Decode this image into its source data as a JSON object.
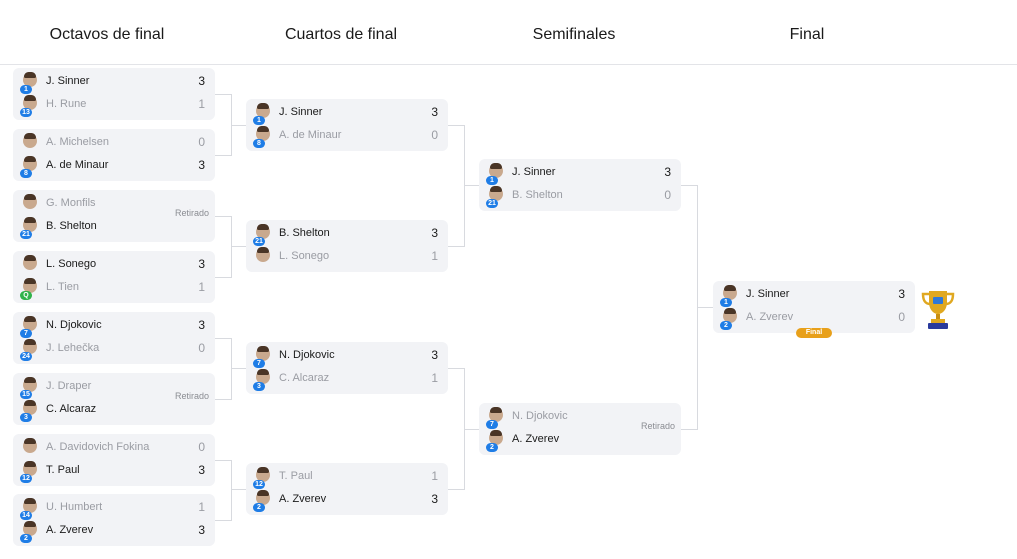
{
  "rounds": [
    "Octavos de final",
    "Cuartos de final",
    "Semifinales",
    "Final"
  ],
  "retired_label": "Retirado",
  "final_badge": "Final",
  "octavos": [
    {
      "players": [
        {
          "name": "J. Sinner",
          "seed": "1",
          "score": "3",
          "won": true
        },
        {
          "name": "H. Rune",
          "seed": "13",
          "score": "1",
          "won": false
        }
      ]
    },
    {
      "players": [
        {
          "name": "A. Michelsen",
          "seed": "",
          "score": "0",
          "won": false
        },
        {
          "name": "A. de Minaur",
          "seed": "8",
          "score": "3",
          "won": true
        }
      ]
    },
    {
      "players": [
        {
          "name": "G. Monfils",
          "seed": "",
          "score": "",
          "won": false
        },
        {
          "name": "B. Shelton",
          "seed": "21",
          "score": "",
          "won": true
        }
      ],
      "retired": true
    },
    {
      "players": [
        {
          "name": "L. Sonego",
          "seed": "",
          "score": "3",
          "won": true
        },
        {
          "name": "L. Tien",
          "seed": "Q",
          "score": "1",
          "won": false
        }
      ]
    },
    {
      "players": [
        {
          "name": "N. Djokovic",
          "seed": "7",
          "score": "3",
          "won": true
        },
        {
          "name": "J. Lehečka",
          "seed": "24",
          "score": "0",
          "won": false
        }
      ]
    },
    {
      "players": [
        {
          "name": "J. Draper",
          "seed": "15",
          "score": "",
          "won": false
        },
        {
          "name": "C. Alcaraz",
          "seed": "3",
          "score": "",
          "won": true
        }
      ],
      "retired": true
    },
    {
      "players": [
        {
          "name": "A. Davidovich Fokina",
          "seed": "",
          "score": "0",
          "won": false
        },
        {
          "name": "T. Paul",
          "seed": "12",
          "score": "3",
          "won": true
        }
      ]
    },
    {
      "players": [
        {
          "name": "U. Humbert",
          "seed": "14",
          "score": "1",
          "won": false
        },
        {
          "name": "A. Zverev",
          "seed": "2",
          "score": "3",
          "won": true
        }
      ]
    }
  ],
  "cuartos": [
    {
      "players": [
        {
          "name": "J. Sinner",
          "seed": "1",
          "score": "3",
          "won": true
        },
        {
          "name": "A. de Minaur",
          "seed": "8",
          "score": "0",
          "won": false
        }
      ]
    },
    {
      "players": [
        {
          "name": "B. Shelton",
          "seed": "21",
          "score": "3",
          "won": true
        },
        {
          "name": "L. Sonego",
          "seed": "",
          "score": "1",
          "won": false
        }
      ]
    },
    {
      "players": [
        {
          "name": "N. Djokovic",
          "seed": "7",
          "score": "3",
          "won": true
        },
        {
          "name": "C. Alcaraz",
          "seed": "3",
          "score": "1",
          "won": false
        }
      ]
    },
    {
      "players": [
        {
          "name": "T. Paul",
          "seed": "12",
          "score": "1",
          "won": false
        },
        {
          "name": "A. Zverev",
          "seed": "2",
          "score": "3",
          "won": true
        }
      ]
    }
  ],
  "semis": [
    {
      "players": [
        {
          "name": "J. Sinner",
          "seed": "1",
          "score": "3",
          "won": true
        },
        {
          "name": "B. Shelton",
          "seed": "21",
          "score": "0",
          "won": false
        }
      ]
    },
    {
      "players": [
        {
          "name": "N. Djokovic",
          "seed": "7",
          "score": "",
          "won": false
        },
        {
          "name": "A. Zverev",
          "seed": "2",
          "score": "",
          "won": true
        }
      ],
      "retired": true
    }
  ],
  "final": [
    {
      "players": [
        {
          "name": "J. Sinner",
          "seed": "1",
          "score": "3",
          "won": true
        },
        {
          "name": "A. Zverev",
          "seed": "2",
          "score": "0",
          "won": false
        }
      ]
    }
  ],
  "icons": {
    "trophy": "trophy-icon"
  },
  "colors": {
    "seed": "#1f7de6",
    "qualifier": "#2fb34a",
    "final_badge": "#e8a01a",
    "trophy": "#d9a21c",
    "trophy_base": "#2a3a9c"
  }
}
